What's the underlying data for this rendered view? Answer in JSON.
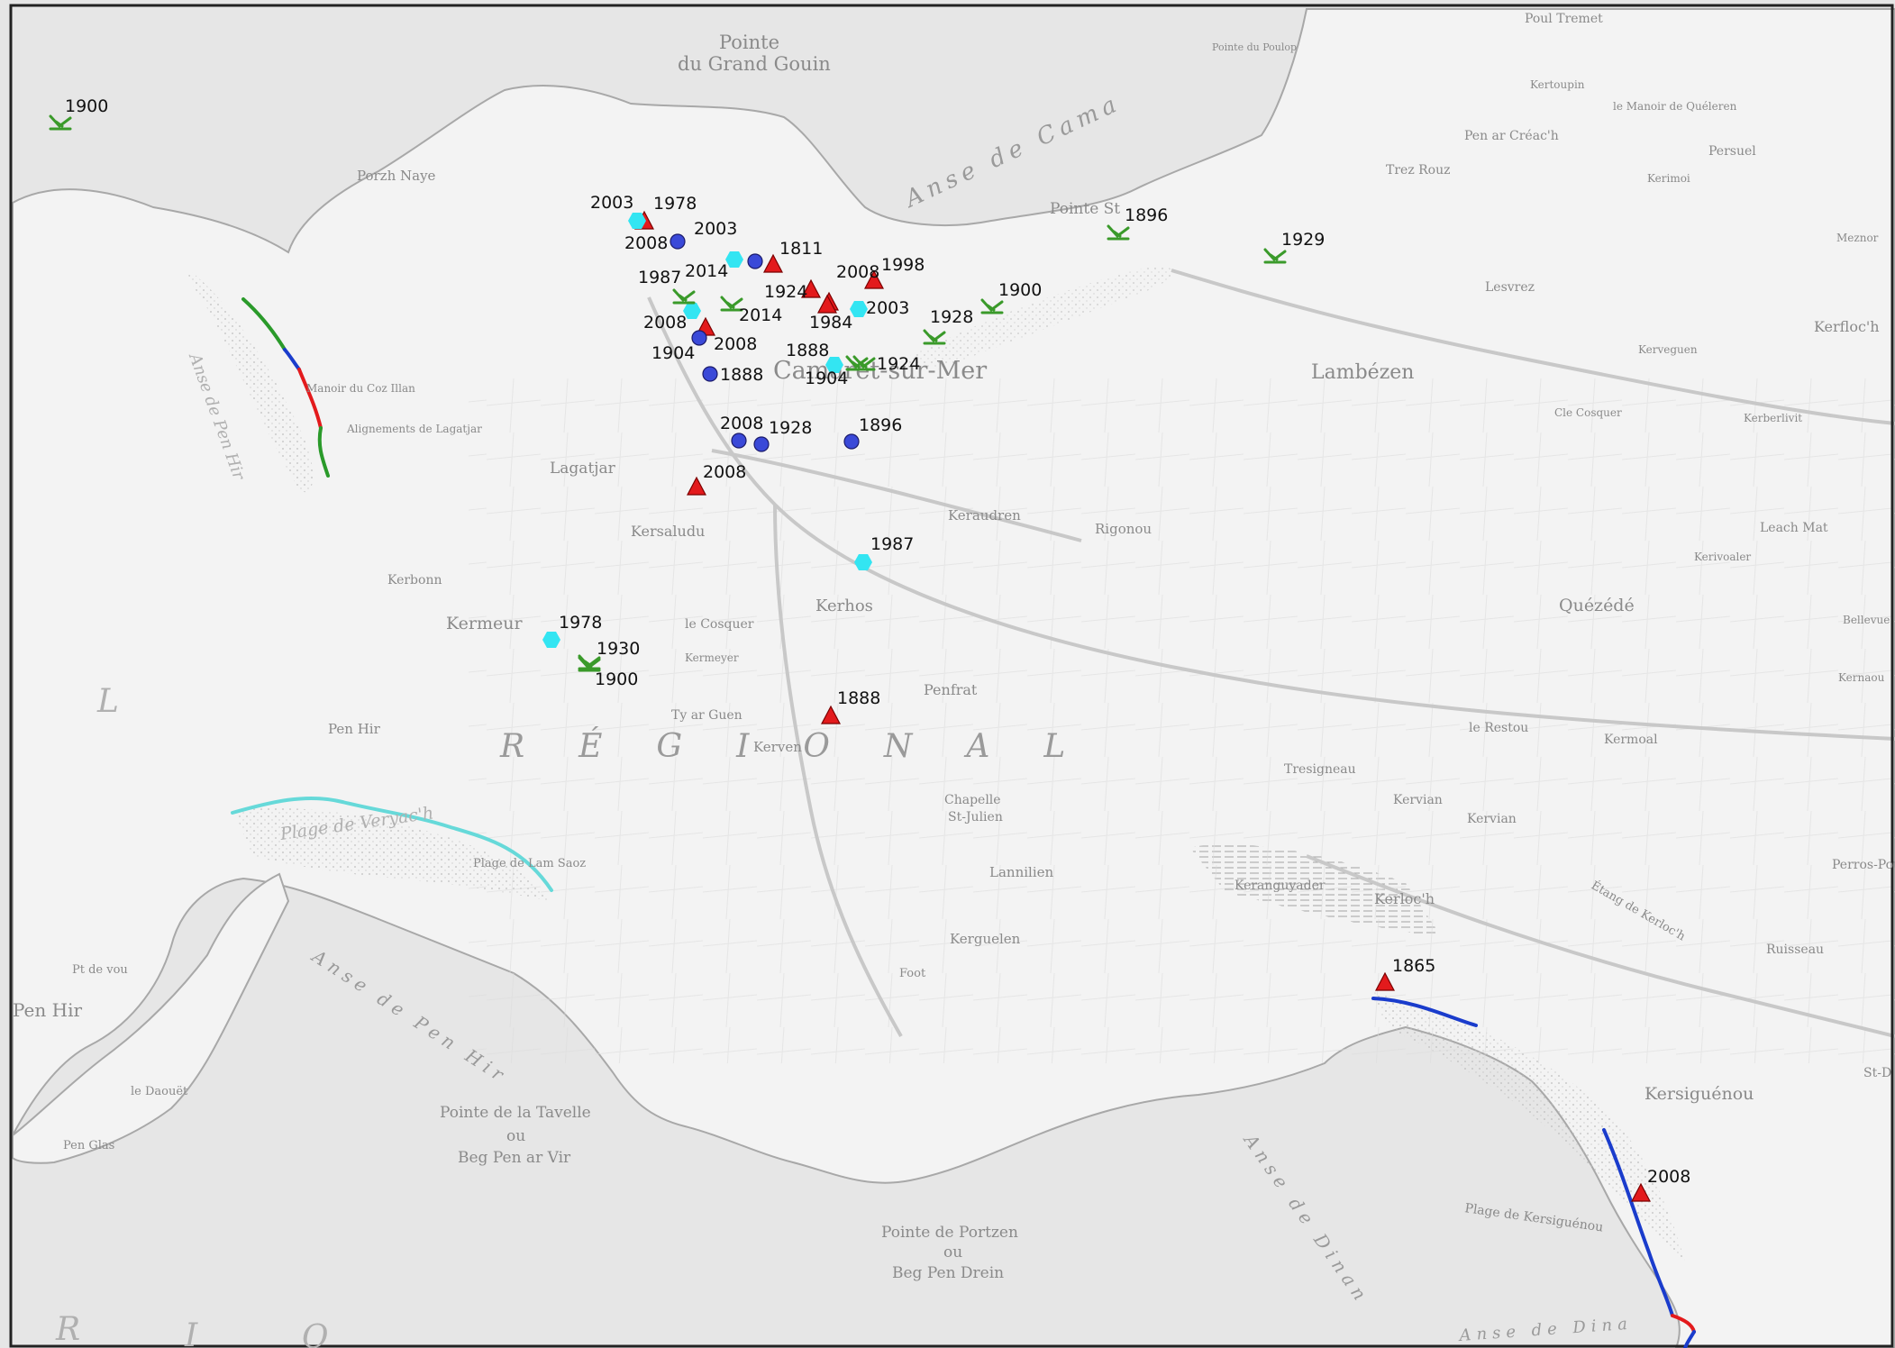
{
  "colors": {
    "sea": "#e6e6e6",
    "land": "#f3f3f3",
    "beach": "#d9d9d9",
    "red_marker": "#e31a1c",
    "blue_marker": "#3a49d8",
    "cyan_marker": "#33e5f2",
    "green_marker": "#3a9a2a",
    "coast_blue": "#1a3ccc",
    "coast_red": "#e31a1c",
    "coast_green": "#2a9a2a",
    "coast_cyan": "#66d9d9"
  },
  "place_labels": {
    "pointe_grand_gouin_1": "Pointe",
    "pointe_grand_gouin_2": "du Grand Gouin",
    "anse_de_camaret": "Anse de Cama",
    "porzh_naye": "Porzh Naye",
    "anse_de_pen_hir_w": "Anse de Pen Hir",
    "anse_de_pen_hir_s": "Anse de Pen Hir",
    "manoir_coz": "Manoir du Coz Illan",
    "lagatjar": "Lagatjar",
    "alignements": "Alignements de Lagatjar",
    "kersaludu": "Kersaludu",
    "kerbonn": "Kerbonn",
    "kermeur": "Kermeur",
    "le_cosquer": "le Cosquer",
    "kermeyer": "Kermeyer",
    "keraudren": "Keraudren",
    "kerhos": "Kerhos",
    "rigonou": "Rigonou",
    "penfrat": "Penfrat",
    "ty_ar_guen": "Ty ar Guen",
    "kerven": "Kerven",
    "pen_hir": "Pen Hir",
    "chapelle": "Chapelle",
    "st_julien": "St-Julien",
    "lannilien": "Lannilien",
    "tresigneau": "Tresigneau",
    "kervian": "Kervian",
    "kervian2": "Kervian",
    "le_restou": "le Restou",
    "kermoal": "Kermoal",
    "kerangwader": "Keranguyader",
    "kerloch": "Kerloc'h",
    "kerguelen": "Kerguelen",
    "plage_de_veryach": "Plage de Veryac'h",
    "plage_lam_saoz": "Plage de Lam Saoz",
    "pointe_tavelle_1": "Pointe de la Tavelle",
    "pointe_tavelle_2": "ou",
    "pointe_tavelle_3": "Beg Pen ar Vir",
    "pointe_portzen_1": "Pointe de Portzen",
    "pointe_portzen_2": "ou",
    "pointe_portzen_3": "Beg Pen Drein",
    "anse_de_dinan": "Anse de Dinan",
    "anse_de_dinan2": "Anse de Dina",
    "kersiguenou": "Kersiguénou",
    "plage_kersiguenou": "Plage de Kersiguénou",
    "lambezen": "Lambézen",
    "quezede": "Quézédé",
    "kerflochh": "Kerfloc'h",
    "lesvrez": "Lesvrez",
    "trez_rouz": "Trez Rouz",
    "pen_ar_creach": "Pen ar Créac'h",
    "kertoupin": "Kertoupin",
    "manoir_queleren": "le Manoir de Quéleren",
    "persuel": "Persuel",
    "kerimoi": "Kerimoi",
    "meznor": "Meznor",
    "kerveguen": "Kerveguen",
    "kerberlivit": "Kerberlivit",
    "leach_mat": "Leach Mat",
    "kerivoaler": "Kerivoaler",
    "bellevue": "Bellevue",
    "kernaou": "Kernaou",
    "cle_cosquer": "Cle Cosquer",
    "poul_tremet": "Poul Tremet",
    "pointe_du_poulop": "Pointe du Poulop",
    "etang_kerloch": "Étang de Kerloc'h",
    "ruisseau": "Ruisseau",
    "perros_pou": "Perros-Pou",
    "pen_glas": "Pen Glas",
    "le_daouet": "le Daouët",
    "pt_de_vou": "Pt de vou",
    "pen_hir_w": "Pen Hir",
    "foot": "Foot",
    "camaret_mer": "Camaret-sur-Mer",
    "pointe_st_1896": "Pointe St",
    "regional": "RÉGIONAL",
    "letter_l": "L",
    "letter_r": "R",
    "letter_i": "I",
    "letter_o": "O",
    "st_d": "St-D",
    "kergatje": "Keraudren"
  },
  "markers": {
    "red": [
      {
        "id": "r1978",
        "label": "1978"
      },
      {
        "id": "r1811",
        "label": "1811"
      },
      {
        "id": "r1998",
        "label": "1998"
      },
      {
        "id": "r1924",
        "label": "1924"
      },
      {
        "id": "r2008a",
        "label": "2008"
      },
      {
        "id": "r1984",
        "label": "1984"
      },
      {
        "id": "r2008b",
        "label": "2008"
      },
      {
        "id": "r2008c",
        "label": "2008"
      },
      {
        "id": "r1888",
        "label": "1888"
      },
      {
        "id": "r1865",
        "label": "1865"
      },
      {
        "id": "r2008d",
        "label": "2008"
      }
    ],
    "blue": [
      {
        "id": "b2008",
        "label": "2008"
      },
      {
        "id": "b2003",
        "label": "2003"
      },
      {
        "id": "b1904",
        "label": "1904"
      },
      {
        "id": "b1888",
        "label": "1888"
      },
      {
        "id": "b2008b",
        "label": "2008"
      },
      {
        "id": "b1928",
        "label": "1928"
      },
      {
        "id": "b1896",
        "label": "1896"
      }
    ],
    "cyan": [
      {
        "id": "c2003",
        "label": "2003"
      },
      {
        "id": "c2014",
        "label": "2014"
      },
      {
        "id": "c2008",
        "label": "2008"
      },
      {
        "id": "c2003b",
        "label": "2003"
      },
      {
        "id": "c1888",
        "label": "1888"
      },
      {
        "id": "c1987",
        "label": "1987"
      },
      {
        "id": "c1978",
        "label": "1978"
      }
    ],
    "green": [
      {
        "id": "g1900a",
        "label": "1900"
      },
      {
        "id": "g1896",
        "label": "1896"
      },
      {
        "id": "g1929",
        "label": "1929"
      },
      {
        "id": "g1900b",
        "label": "1900"
      },
      {
        "id": "g1928",
        "label": "1928"
      },
      {
        "id": "g1987",
        "label": "1987"
      },
      {
        "id": "g2014",
        "label": "2014"
      },
      {
        "id": "g1904",
        "label": "1904"
      },
      {
        "id": "g1924",
        "label": "1924"
      },
      {
        "id": "g1930",
        "label": "1930"
      },
      {
        "id": "g1900c",
        "label": "1900"
      }
    ]
  }
}
